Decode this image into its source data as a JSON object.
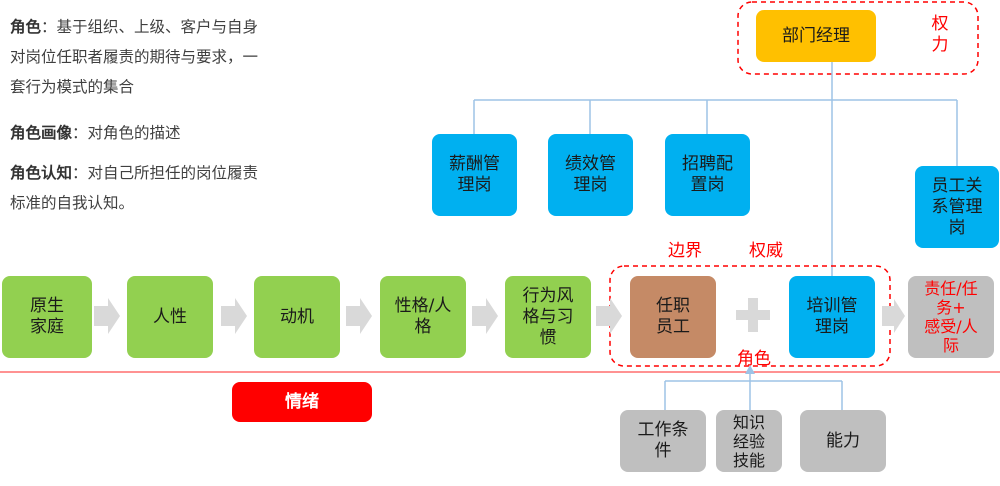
{
  "descriptions": [
    {
      "term": "角色",
      "text": "：基于组织、上级、客户与自身对岗位任职者履责的期待与要求，一套行为模式的集合"
    },
    {
      "term": "角色画像",
      "text": "：对角色的描述"
    },
    {
      "term": "角色认知",
      "text": "：对自己所担任的岗位履责标准的自我认知。"
    }
  ],
  "top": {
    "manager": "部门经理",
    "power": "权\n力"
  },
  "departments": [
    {
      "label": "薪酬管\n理岗"
    },
    {
      "label": "绩效管\n理岗"
    },
    {
      "label": "招聘配\n置岗"
    },
    {
      "label": "员工关\n系管理\n岗"
    }
  ],
  "labels": {
    "boundary": "边界",
    "authority": "权威",
    "role": "角色",
    "plus": "+"
  },
  "chain": [
    {
      "label": "原生\n家庭"
    },
    {
      "label": "人性"
    },
    {
      "label": "动机"
    },
    {
      "label": "性格/人\n格"
    },
    {
      "label": "行为风\n格与习\n惯"
    }
  ],
  "role_boxes": {
    "employee": "任职\n员工",
    "training": "培训管\n理岗"
  },
  "responsibility": "责任/任\n务+\n感受/人\n际",
  "emotion": "情绪",
  "abilities": [
    {
      "label": "工作条\n件"
    },
    {
      "label": "知识\n经验\n技能"
    },
    {
      "label": "能力"
    }
  ],
  "colors": {
    "green": "#92d050",
    "blue": "#00b0f0",
    "gray": "#bfbfbf",
    "brown": "#c58a66",
    "yellow": "#ffc000",
    "red": "#ff0000",
    "line": "#9dc3e6"
  }
}
